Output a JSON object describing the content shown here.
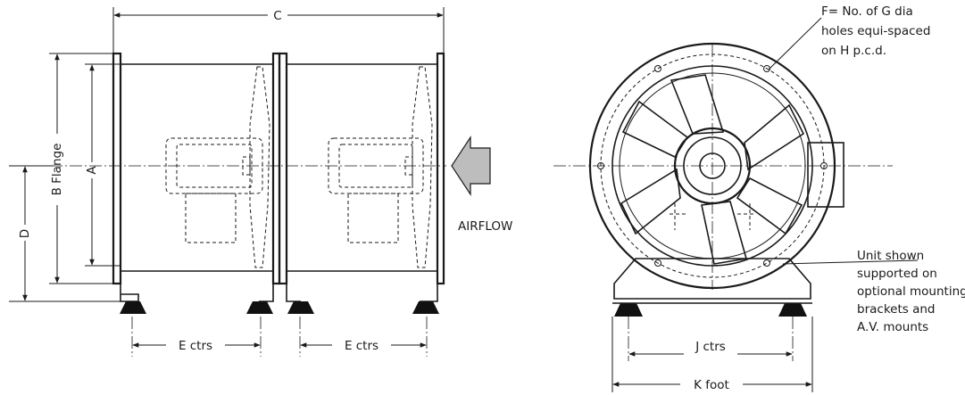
{
  "side_view": {
    "dim_overall_length": "C",
    "dim_flange": "B  Flange",
    "dim_casing": "A",
    "dim_centre_height": "D",
    "dim_feet_left": "E ctrs",
    "dim_feet_right": "E ctrs",
    "airflow_label": "AIRFLOW"
  },
  "end_view": {
    "note_holes": [
      "F= No. of  G  dia",
      "holes equi-spaced",
      "on H p.c.d."
    ],
    "note_support": [
      "Unit shown",
      "supported on",
      "optional mounting",
      "brackets and",
      "A.V. mounts"
    ],
    "dim_mount_centres": "J ctrs",
    "dim_foot": "K  foot"
  },
  "colors": {
    "line": "#1a1a1a",
    "arrow_fill": "#bdbdbd",
    "foot_fill": "#111111"
  }
}
